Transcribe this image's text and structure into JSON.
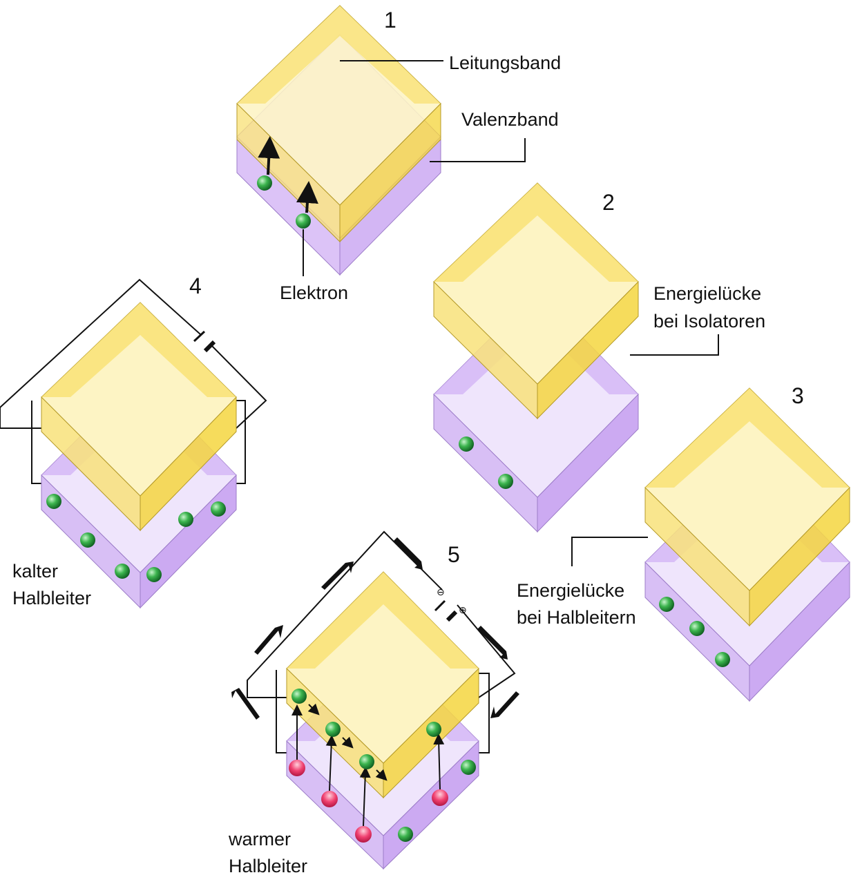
{
  "panels": {
    "p1": {
      "number": "1",
      "conduction_label": "Leitungsband",
      "valence_label": "Valenzband",
      "electron_label": "Elektron"
    },
    "p2": {
      "number": "2",
      "gap_label_line1": "Energielücke",
      "gap_label_line2": "bei Isolatoren"
    },
    "p3": {
      "number": "3",
      "gap_label_line1": "Energielücke",
      "gap_label_line2": "bei Halbleitern"
    },
    "p4": {
      "number": "4",
      "caption_line1": "kalter",
      "caption_line2": "Halbleiter"
    },
    "p5": {
      "number": "5",
      "caption_line1": "warmer",
      "caption_line2": "Halbleiter",
      "minus_symbol": "⊖",
      "plus_symbol": "⊕"
    }
  },
  "colors": {
    "conduction_top": "#fdf4c4",
    "conduction_side": "#f8e27a",
    "conduction_edge": "#f5d640",
    "valence_top": "#eadcfb",
    "valence_side": "#d8bff5",
    "valence_edge": "#c49af0",
    "electron": "#2ea44f",
    "hole": "#e8305a"
  }
}
